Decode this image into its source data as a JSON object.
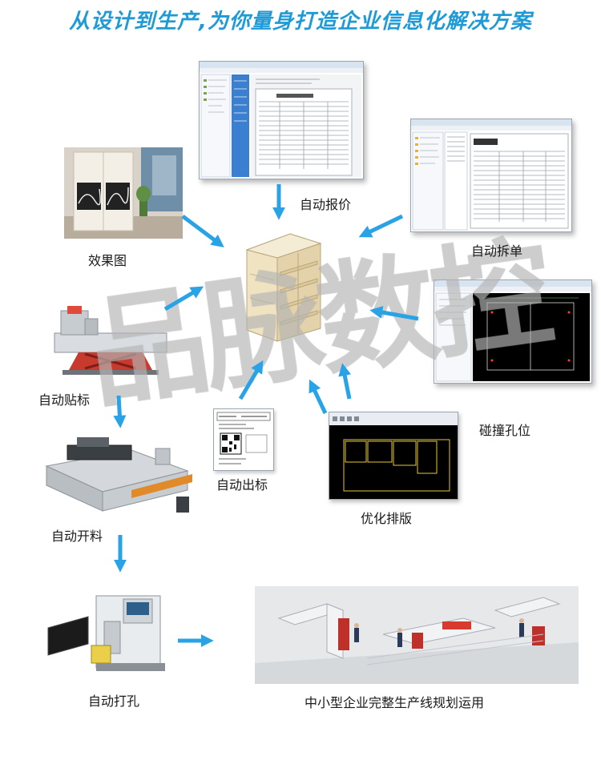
{
  "title": "从设计到生产,为你量身打造企业信息化解决方案",
  "watermark": "品脉数控",
  "labels": {
    "quote": "自动报价",
    "render": "效果图",
    "split": "自动拆单",
    "collision": "碰撞孔位",
    "sticker": "自动贴标",
    "print_label": "自动出标",
    "nesting": "优化排版",
    "cutting": "自动开料",
    "drilling": "自动打孔",
    "line": "中小型企业完整生产线规划运用"
  },
  "colors": {
    "title": "#1e9bd6",
    "arrow": "#2aa3e6",
    "watermark": "#bebebe"
  },
  "icons": [
    "arrow-icon",
    "cabinet-icon",
    "qr-code-icon"
  ]
}
